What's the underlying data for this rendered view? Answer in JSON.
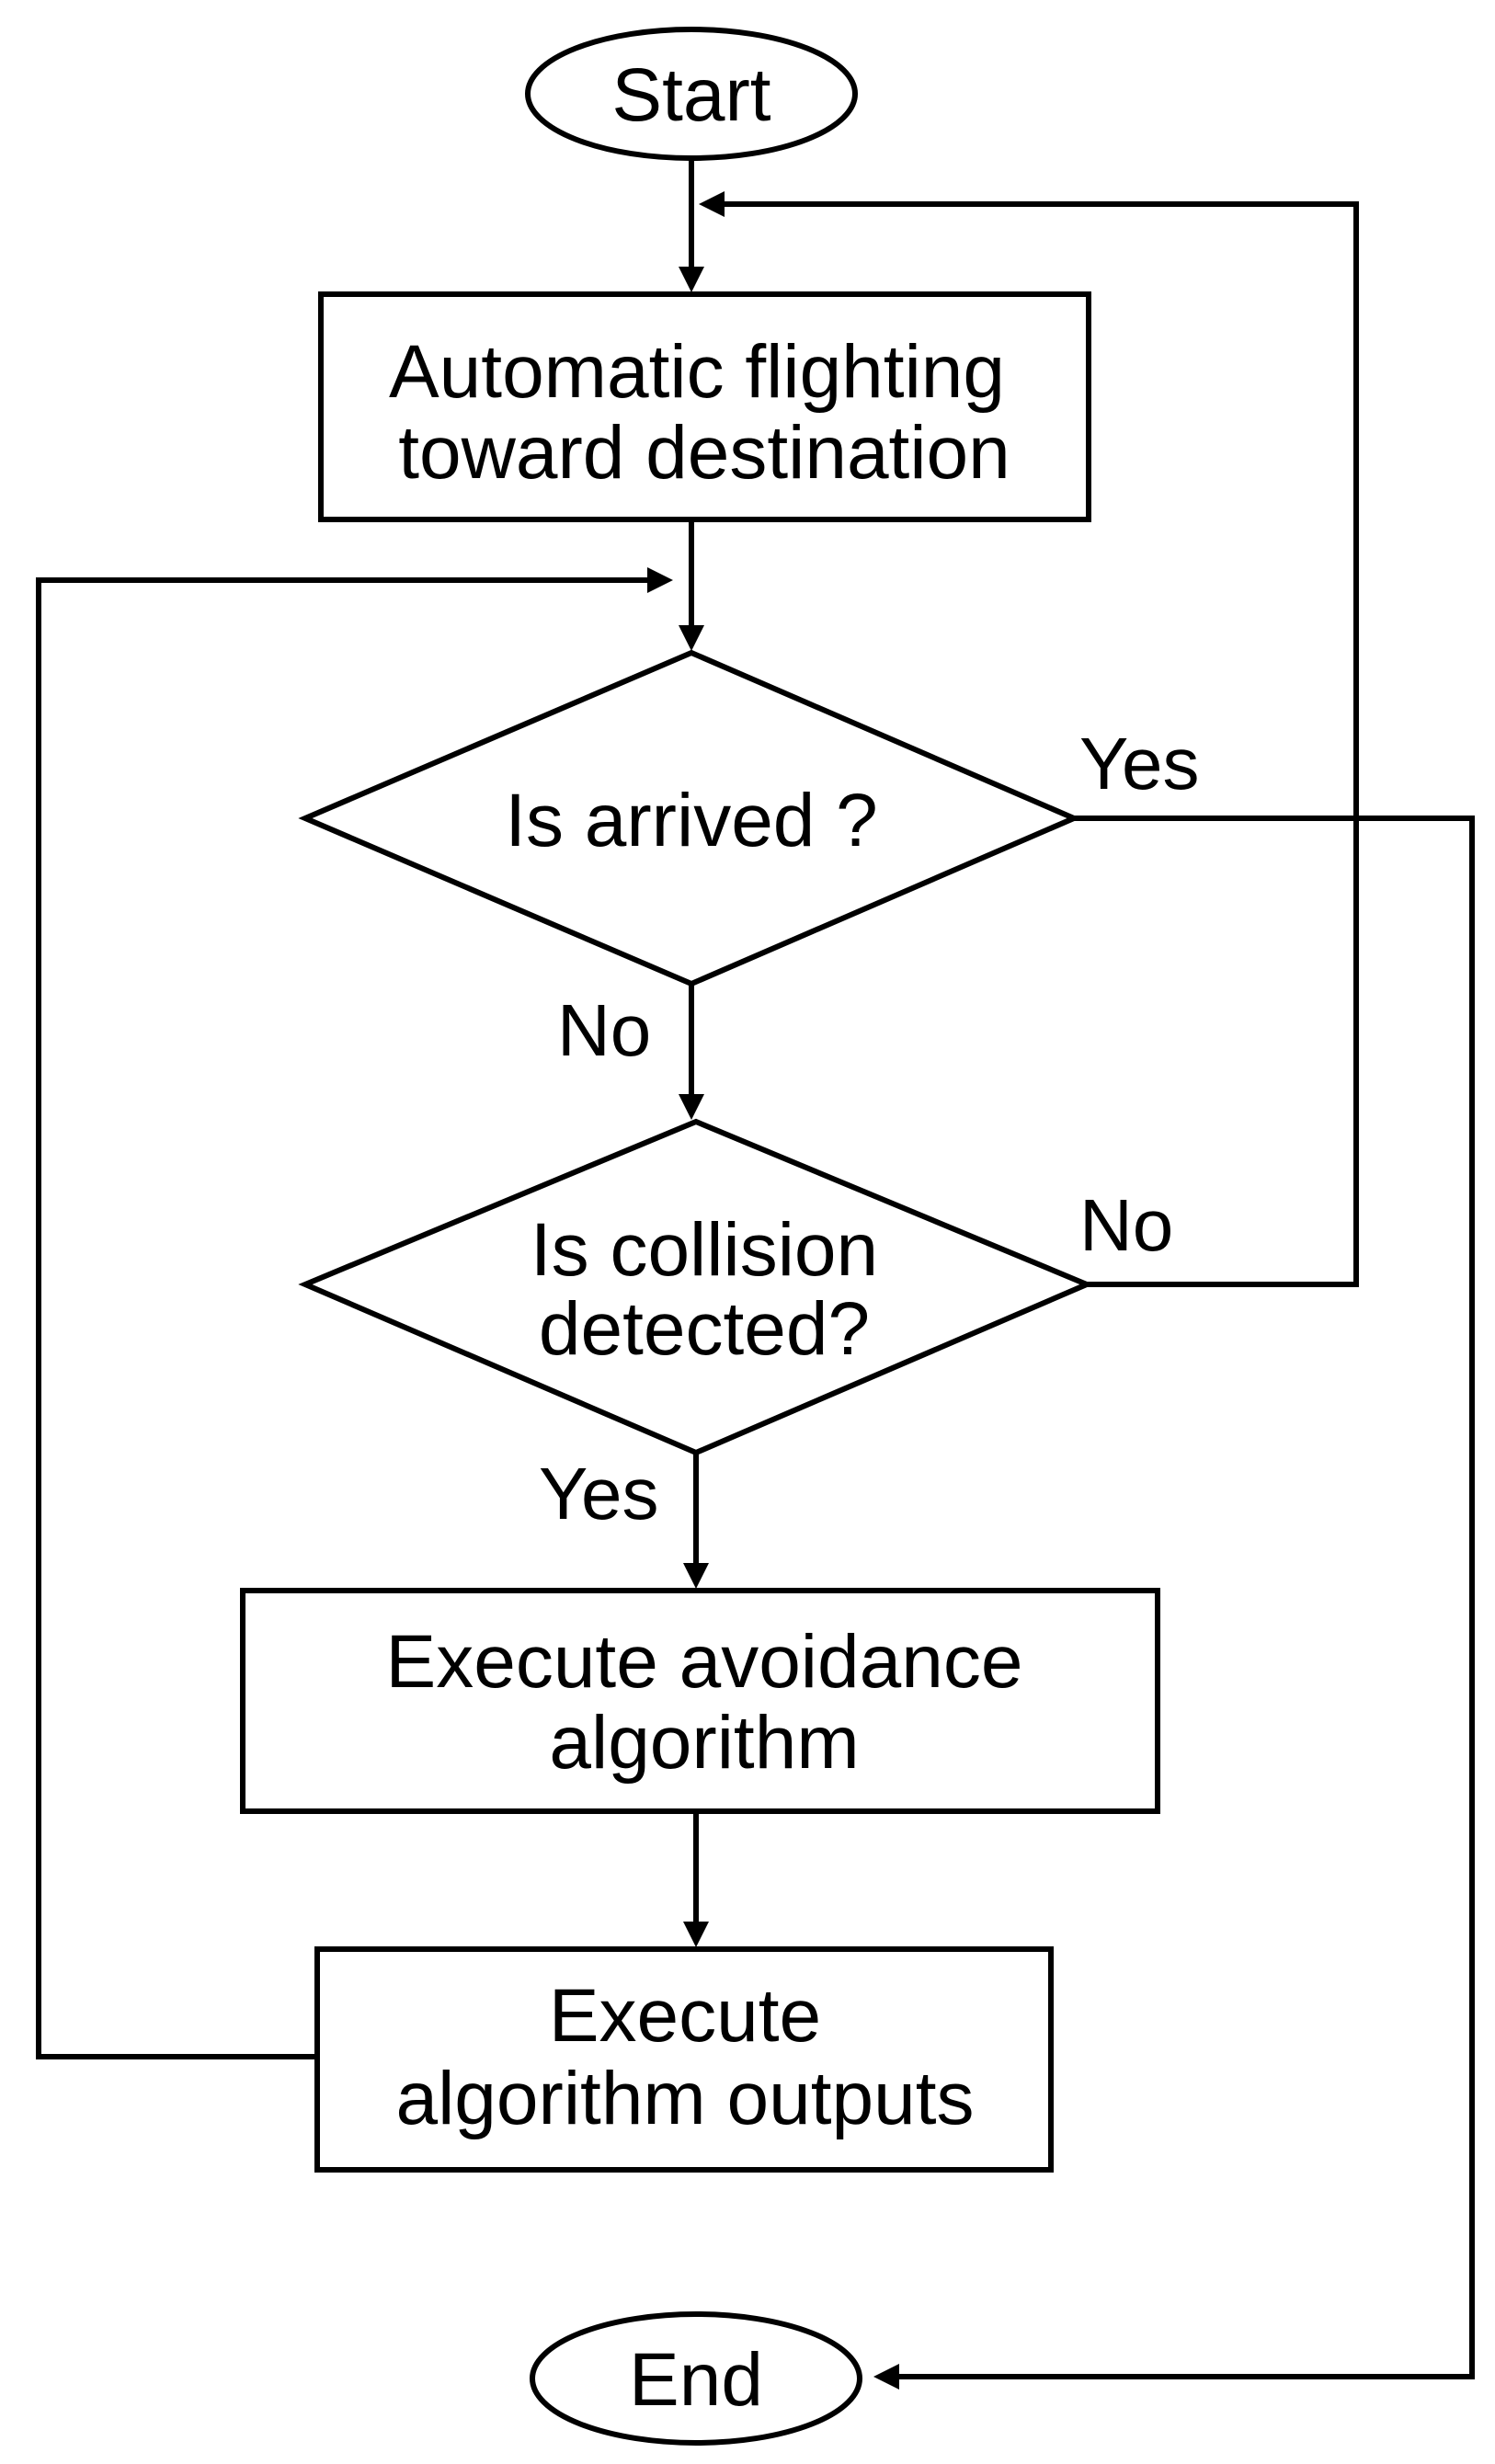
{
  "diagram": {
    "nodes": {
      "start": {
        "text": "Start"
      },
      "auto_flight": {
        "line1": "Automatic flighting",
        "line2": "toward destination"
      },
      "is_arrived": {
        "text": "Is arrived ?"
      },
      "is_collision": {
        "line1": "Is collision",
        "line2": "detected?"
      },
      "execute_avoidance": {
        "line1": "Execute avoidance",
        "line2": "algorithm"
      },
      "execute_outputs": {
        "line1": "Execute",
        "line2": "algorithm outputs"
      },
      "end": {
        "text": "End"
      }
    },
    "edge_labels": {
      "arrived_yes": "Yes",
      "arrived_no": "No",
      "collision_no": "No",
      "collision_yes": "Yes"
    }
  }
}
